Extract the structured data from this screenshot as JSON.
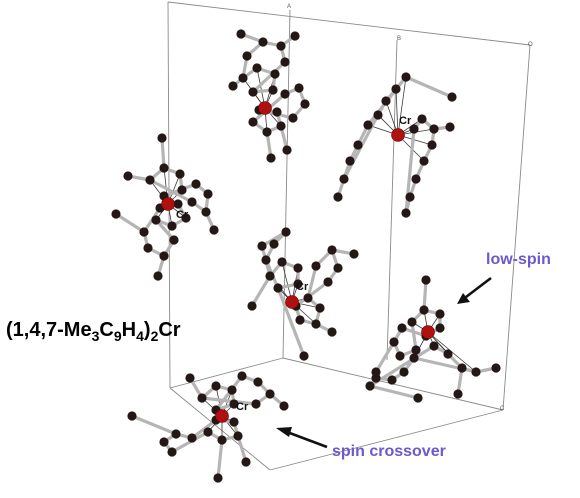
{
  "figure": {
    "formula": {
      "main1": "(1,4,7-Me",
      "sub1": "3",
      "main2": "C",
      "sub2": "9",
      "main3": "H",
      "sub3": "4",
      "main4": ")",
      "sub4": "2",
      "main5": "Cr"
    },
    "annotations": {
      "low_spin": "low-spin",
      "spin_crossover": "spin crossover"
    },
    "metal_label": "Cr",
    "axis_labels": {
      "a": "A",
      "b": "B",
      "o": "O",
      "c": "C"
    },
    "colors": {
      "chromium": "#b01010",
      "carbon": "#231815",
      "bond": "#b5b5b5",
      "cell_edge": "#8a8a8a",
      "annotation_text": "#6a5acd",
      "arrow": "#111111"
    }
  }
}
